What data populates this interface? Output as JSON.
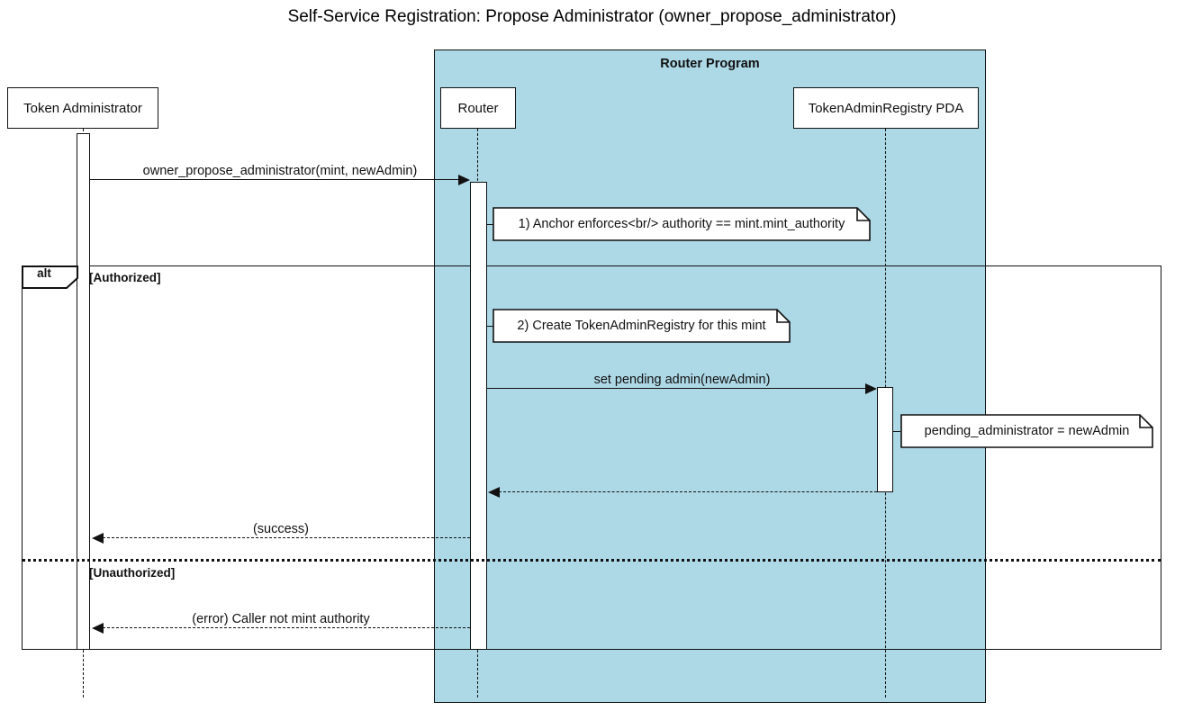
{
  "title": "Self-Service Registration: Propose Administrator (owner_propose_administrator)",
  "colors": {
    "frame_fill": "#add8e6",
    "line_color": "#111111",
    "note_fill": "#ffffff",
    "participant_fill": "#ffffff"
  },
  "frame": {
    "label": "Router Program"
  },
  "participants": [
    {
      "name": "Token Administrator"
    },
    {
      "name": "Router"
    },
    {
      "name": "TokenAdminRegistry PDA"
    }
  ],
  "messages": [
    {
      "label": "owner_propose_administrator(mint, newAdmin)",
      "type": "solid",
      "from": "Token Administrator",
      "to": "Router"
    },
    {
      "label": "set pending admin(newAdmin)",
      "type": "solid",
      "from": "Router",
      "to": "TokenAdminRegistry PDA"
    },
    {
      "label": "",
      "type": "dashed",
      "from": "TokenAdminRegistry PDA",
      "to": "Router"
    },
    {
      "label": "(success)",
      "type": "dashed",
      "from": "Router",
      "to": "Token Administrator"
    },
    {
      "label": "(error) Caller not mint authority",
      "type": "dashed",
      "from": "Router",
      "to": "Token Administrator"
    }
  ],
  "notes": [
    {
      "text": "1) Anchor enforces<br/> authority == mint.mint_authority"
    },
    {
      "text": "2) Create TokenAdminRegistry for this mint"
    },
    {
      "text": "pending_administrator = newAdmin"
    }
  ],
  "alt": {
    "operator": "alt",
    "guard_authorized": "[Authorized]",
    "guard_unauthorized": "[Unauthorized]"
  }
}
